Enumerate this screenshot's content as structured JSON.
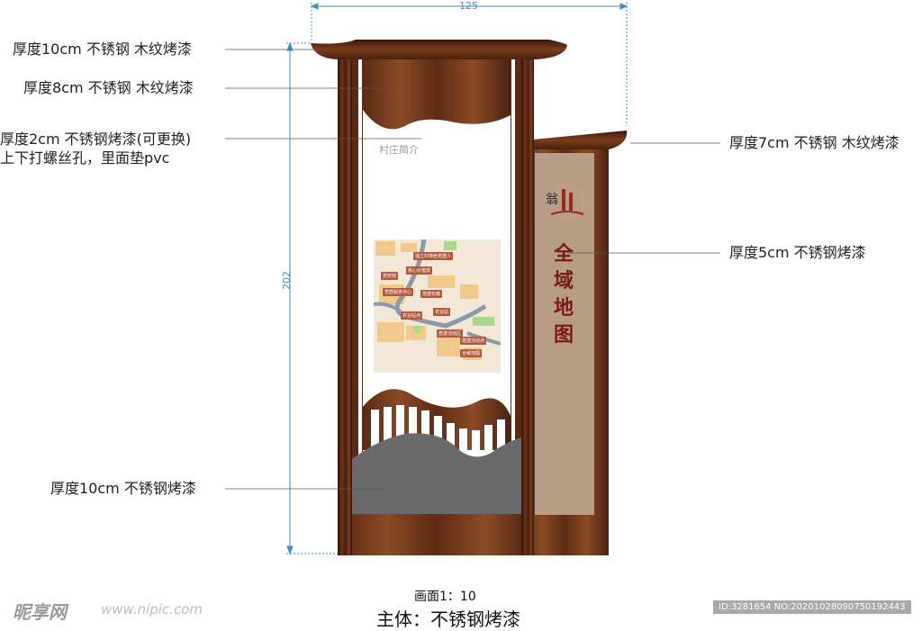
{
  "dimensions": {
    "width": "125",
    "height": "202"
  },
  "annotations": {
    "top_cap": "厚度10cm 不锈钢 木纹烤漆",
    "inner_frame": "厚度8cm 不锈钢 木纹烤漆",
    "panel_line1": "厚度2cm 不锈钢烤漆(可更换)",
    "panel_line2": "上下打螺丝孔，里面垫pvc",
    "side_cap": "厚度7cm 不锈钢 木纹烤漆",
    "side_panel": "厚度5cm 不锈钢烤漆",
    "base": "厚度10cm 不锈钢烤漆"
  },
  "panel": {
    "title": "村庄简介"
  },
  "map": {
    "labels": [
      "独立村特色党建人",
      "党校馆",
      "核心价值观",
      "党群服务中心",
      "党建长廊",
      "农业站点",
      "农业站",
      "党建活动区",
      "党建活动点",
      "全域地图"
    ]
  },
  "side_sign": {
    "characters": [
      "全",
      "域",
      "地",
      "图"
    ]
  },
  "footer": {
    "scale": "画面1：10",
    "material": "主体：不锈钢烤漆"
  },
  "watermark": {
    "logo": "昵享网",
    "url": "www.nipic.com",
    "id": "ID:3281654 NO:20201028090750192443"
  },
  "colors": {
    "wood_dark": "#3d1a0c",
    "wood_mid": "#7a3f1e",
    "panel_tan": "#b89d86",
    "base_gray": "#6a6a6a",
    "dim_blue": "#3a8fc8",
    "sign_red": "#7a1a14"
  }
}
